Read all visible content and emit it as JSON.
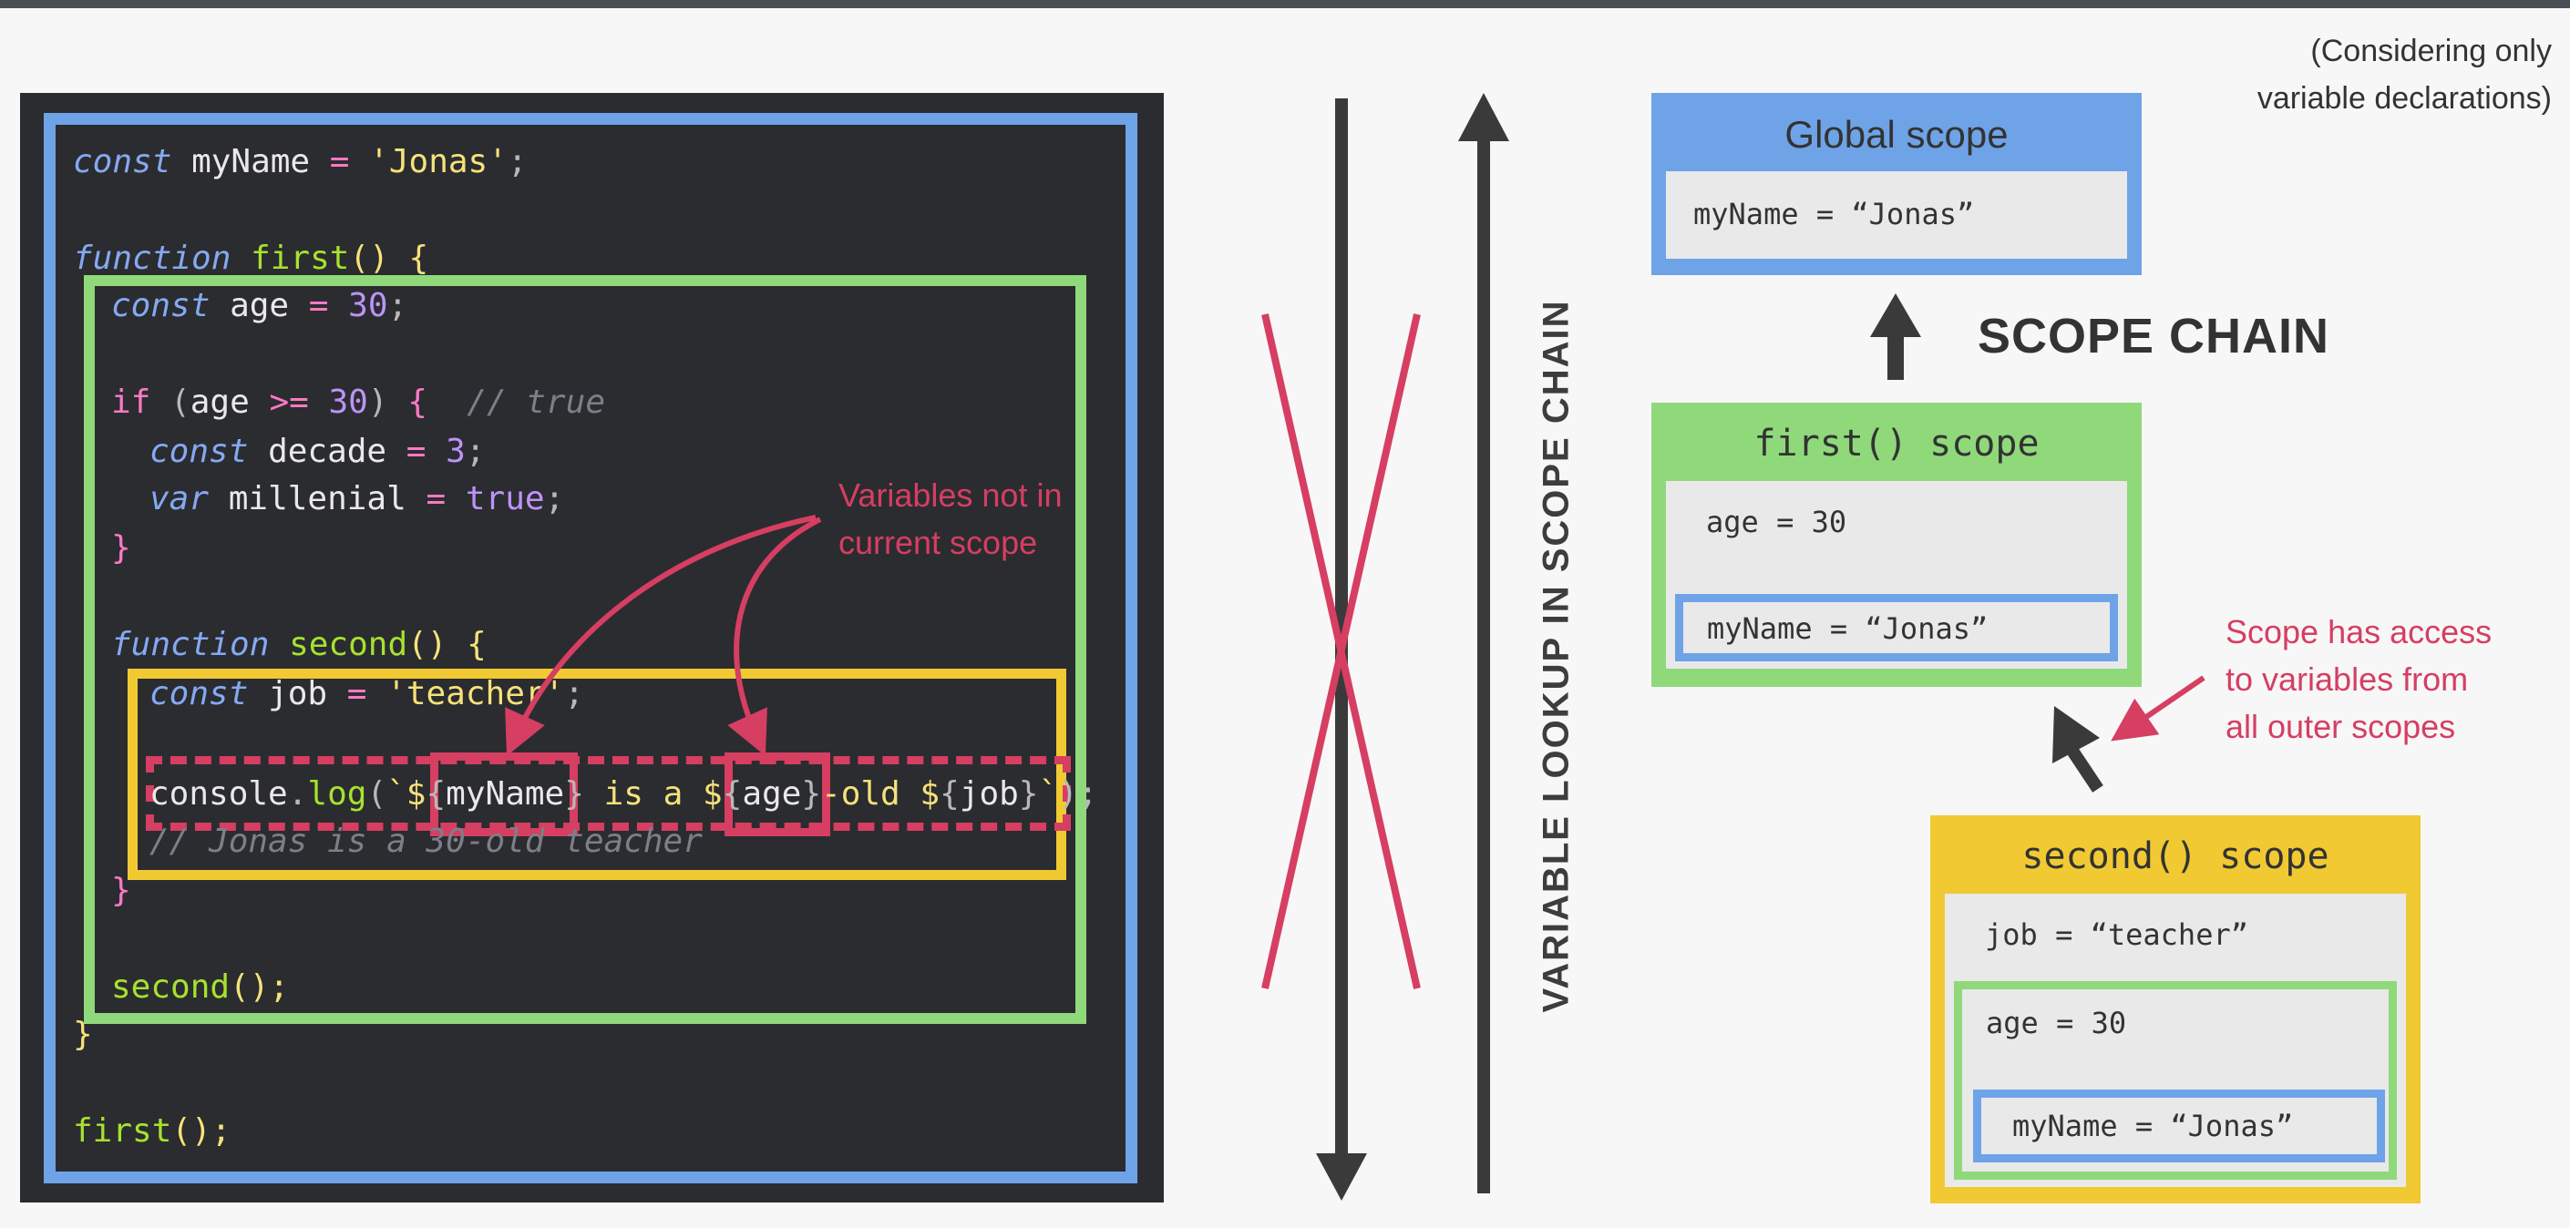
{
  "code_lines": [
    "const myName = 'Jonas';",
    "function first() {",
    "const age = 30;",
    "if (age >= 30) {  // true",
    "const decade = 3;",
    "var millenial = true;",
    "}",
    "function second() {",
    "const job = 'teacher';",
    "console.log(`${myName} is a ${age}-old ${job}`);",
    "// Jonas is a 30-old teacher",
    "}",
    "second();",
    "}",
    "first();"
  ],
  "annotations": {
    "not_in_scope": "Variables not in\ncurrent scope",
    "access_outer": "Scope has access\nto variables from\nall outer scopes",
    "considering": "(Considering only\nvariable declarations)"
  },
  "middle": {
    "lookup_label": "VARIABLE LOOKUP IN SCOPE CHAIN"
  },
  "scope_chain_label": "SCOPE CHAIN",
  "scopes": {
    "global": {
      "title": "Global scope",
      "myName": "myName = “Jonas”"
    },
    "first": {
      "title": "first() scope",
      "age": "age = 30",
      "myName": "myName = “Jonas”"
    },
    "second": {
      "title": "second() scope",
      "job": "job = “teacher”",
      "age": "age = 30",
      "myName": "myName = “Jonas”"
    }
  },
  "colors": {
    "blue": "#6fa3e8",
    "green": "#8fd97a",
    "yellow": "#f1c933",
    "red": "#d63e62",
    "code_bg": "#2b2c30"
  },
  "icons": [
    "arrow-up-icon",
    "arrow-down-icon",
    "cross-icon",
    "cursor-arrow-icon"
  ]
}
